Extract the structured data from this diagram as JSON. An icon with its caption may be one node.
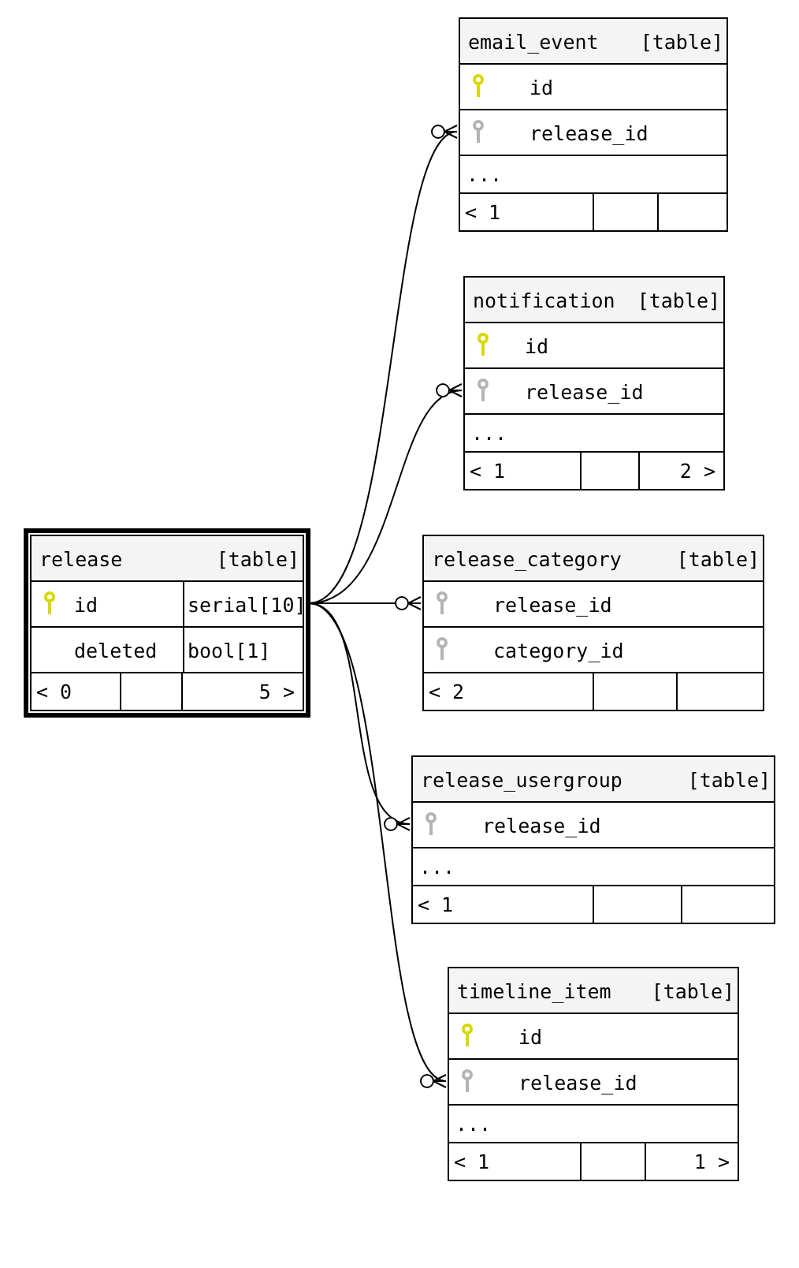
{
  "diagram": {
    "nodes": [
      {
        "text": [
          "email_event",
          "[table]"
        ]
      },
      {
        "text": [
          "id"
        ],
        "in": 0
      },
      {
        "text": [
          "release_id"
        ],
        "in": 0
      },
      {
        "text": [
          "..."
        ],
        "in": 0
      },
      {
        "text": [
          "< 1"
        ],
        "in": 0
      },
      {
        "text": [
          "notification",
          "[table]"
        ]
      },
      {
        "text": [
          "id"
        ],
        "in": 5
      },
      {
        "text": [
          "release_id"
        ],
        "in": 5
      },
      {
        "text": [
          "..."
        ],
        "in": 5
      },
      {
        "text": [
          "< 1",
          "2 >"
        ],
        "in": 5
      },
      {
        "text": [
          "release",
          "[table]"
        ]
      },
      {
        "text": [
          "id",
          "serial[10]"
        ],
        "in": 10
      },
      {
        "text": [
          "deleted",
          "bool[1]"
        ],
        "in": 10
      },
      {
        "text": [
          "< 0",
          "5 >"
        ],
        "in": 10
      },
      {
        "text": [
          "release_category",
          "[table]"
        ]
      },
      {
        "text": [
          "release_id"
        ],
        "in": 14
      },
      {
        "text": [
          "category_id"
        ],
        "in": 14
      },
      {
        "text": [
          "< 2"
        ],
        "in": 14
      },
      {
        "text": [
          "release_usergroup",
          "[table]"
        ]
      },
      {
        "text": [
          "release_id"
        ],
        "in": 18
      },
      {
        "text": [
          "..."
        ],
        "in": 18
      },
      {
        "text": [
          "< 1"
        ],
        "in": 18
      },
      {
        "text": [
          "timeline_item",
          "[table]"
        ]
      },
      {
        "text": [
          "id"
        ],
        "in": 22
      },
      {
        "text": [
          "release_id"
        ],
        "in": 22
      },
      {
        "text": [
          "..."
        ],
        "in": 22
      },
      {
        "text": [
          "< 1",
          "1 >"
        ],
        "in": 22
      }
    ],
    "edges": [
      {
        "from": 2,
        "to": 11,
        "arrow": "other"
      },
      {
        "from": 7,
        "to": 11,
        "arrow": "other"
      },
      {
        "from": 15,
        "to": 11,
        "arrow": "other"
      },
      {
        "from": 19,
        "to": 11,
        "arrow": "other"
      },
      {
        "from": 24,
        "to": 11,
        "arrow": "other"
      }
    ]
  }
}
